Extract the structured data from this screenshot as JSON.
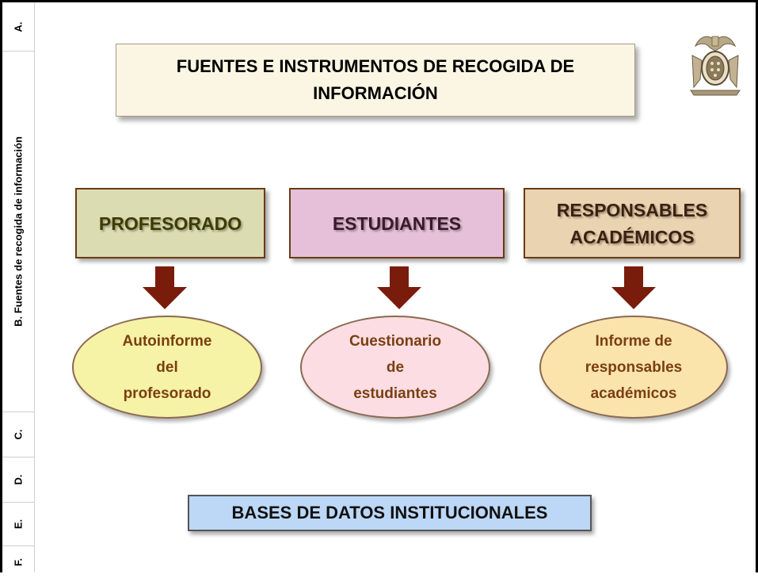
{
  "sidebar": {
    "tabs": [
      {
        "label": "A."
      },
      {
        "label": "B.  Fuentes de recogida de información"
      },
      {
        "label": "C."
      },
      {
        "label": "D."
      },
      {
        "label": "E."
      },
      {
        "label": "F."
      }
    ]
  },
  "title": {
    "line1": "FUENTES E INSTRUMENTOS DE RECOGIDA DE",
    "line2": "INFORMACIÓN"
  },
  "sources": [
    {
      "category": "PROFESORADO",
      "instrument_lines": [
        "Autoinforme",
        "del",
        "profesorado"
      ],
      "box_color": "#dbdcb2",
      "oval_color": "#f6f2a6"
    },
    {
      "category": "ESTUDIANTES",
      "instrument_lines": [
        "Cuestionario",
        "de",
        "estudiantes"
      ],
      "box_color": "#e6c0d9",
      "oval_color": "#fcdde3"
    },
    {
      "category_lines": [
        "RESPONSABLES",
        "ACADÉMICOS"
      ],
      "instrument_lines": [
        "Informe de",
        "responsables",
        "académicos"
      ],
      "box_color": "#e9d3b0",
      "oval_color": "#fbe3ac"
    }
  ],
  "databases": {
    "label": "BASES DE DATOS INSTITUCIONALES"
  },
  "colors": {
    "arrow": "#7a1c0c",
    "oval_text": "#7a3f10",
    "database_box": "#bcd8f6"
  },
  "icons": {
    "crest": "university-crest-icon",
    "arrow": "arrow-down-icon"
  }
}
